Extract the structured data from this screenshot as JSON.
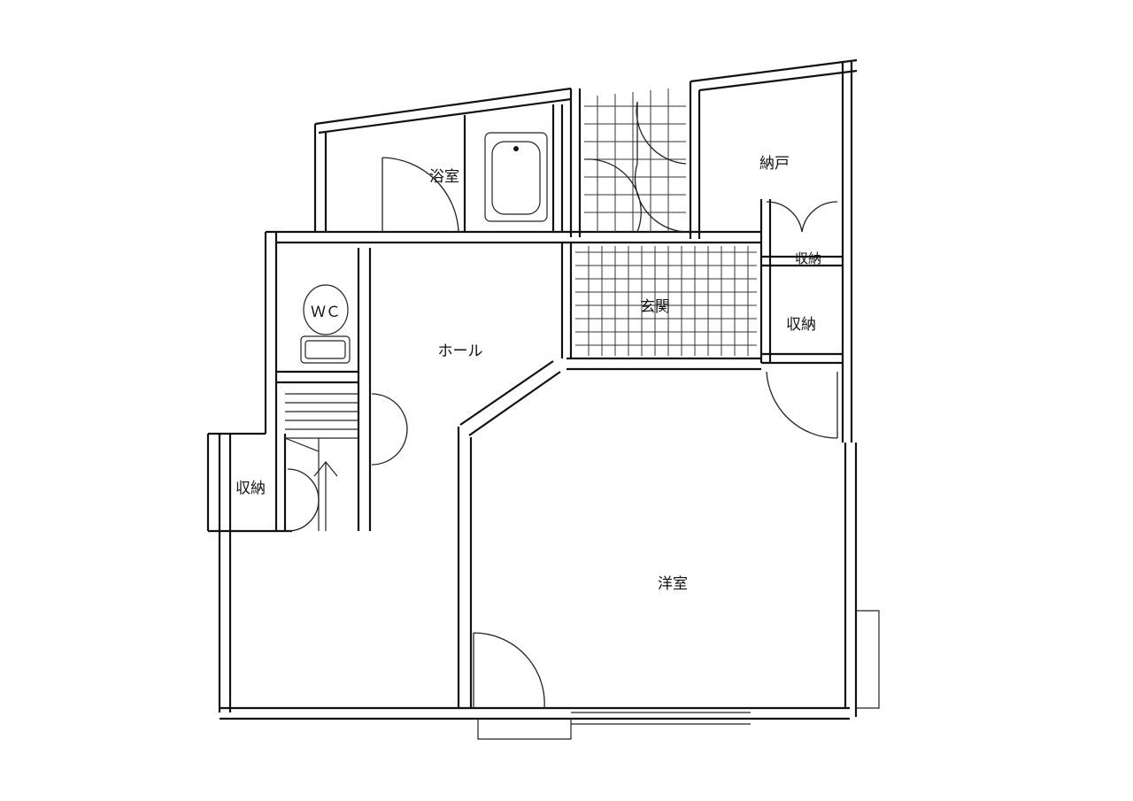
{
  "rooms": {
    "bathroom": "浴室",
    "storeroom": "納戸",
    "storage_small": "収納",
    "storage_right": "収納",
    "storage_left": "収納",
    "wc": "ＷＣ",
    "entrance": "玄関",
    "hall": "ホール",
    "western_room": "洋室"
  },
  "colors": {
    "line": "#111111",
    "background": "#ffffff"
  },
  "icons": [
    "bathtub-icon",
    "toilet-icon",
    "stair-arrow-icon"
  ]
}
